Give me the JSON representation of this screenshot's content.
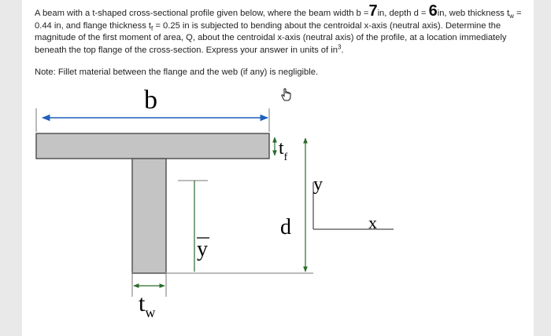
{
  "problem": {
    "part1": "A beam with a t-shaped cross-sectional profile given below, where the beam width b =",
    "b_value": "7",
    "part2": "in, depth d =",
    "d_value": "6",
    "part3": "in, web thickness t",
    "tw_sub": "w",
    "part4": " = 0.44 in, and flange thickness t",
    "tf_sub": "f",
    "part5": " = 0.25 in is subjected to bending about the centroidal x-axis (neutral axis). Determine the magnitude of the first moment of area, Q, about the centroidal x-axis (neutral axis) of the profile, at a location immediately beneath the top flange of the cross-section. Express your answer in units of in",
    "exp": "3",
    "end": "."
  },
  "note": "Note: Fillet material between the flange and the web (if any) is negligible.",
  "figure": {
    "label_b": "b",
    "label_tf_main": "t",
    "label_tf_sub": "f",
    "label_y": "y",
    "label_d": "d",
    "label_x": "x",
    "label_ybar": "y",
    "label_tw_main": "t",
    "label_tw_sub": "w"
  },
  "colors": {
    "section_fill": "#c4c4c4",
    "dimension_arrow": "#1f5fbf",
    "dimension_line": "#2a6a2a"
  },
  "icons": [
    "hand-pointer-icon"
  ]
}
